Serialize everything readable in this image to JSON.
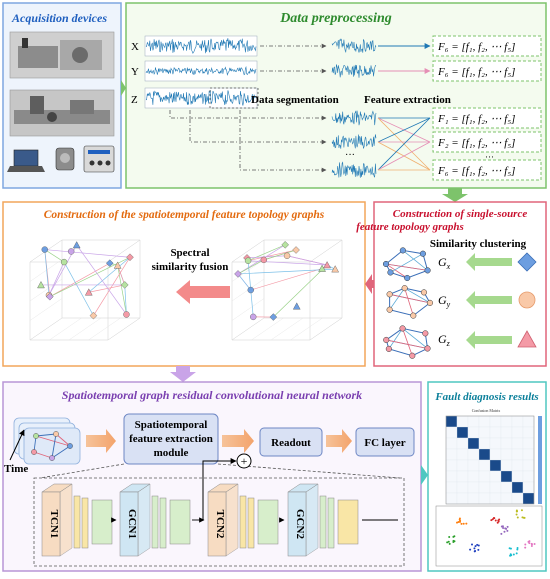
{
  "panels": {
    "acquisition": {
      "title": "Acquisition devices"
    },
    "preprocessing": {
      "title": "Data preprocessing",
      "axes": [
        "X",
        "Y",
        "Z"
      ],
      "segmentation_label": "Data segmentation",
      "extraction_label": "Feature extraction",
      "formula_top": "F₆ = [f₁, f₂, ⋯ f₅]",
      "formula_1": "F₁ = [f₁, f₂, ⋯ f₅]",
      "formula_2": "F₂ = [f₁, f₂, ⋯ f₅]",
      "formula_6": "F₆ = [f₁, f₂, ⋯ f₅]",
      "dots": "···"
    },
    "spatiotemporal": {
      "title": "Construction of the spatiotemporal feature topology graphs",
      "fusion_label_1": "Spectral",
      "fusion_label_2": "similarity fusion"
    },
    "single_source": {
      "title_1": "Construction of single-source",
      "title_2": "feature topology graphs",
      "clustering_label": "Similarity clustering",
      "graphs": [
        "G",
        "G",
        "G"
      ],
      "subs": [
        "x",
        "y",
        "z"
      ]
    },
    "network": {
      "title": "Spatiotemporal graph residual convolutional neural network",
      "time_label": "Time",
      "module_1": "Spatiotemporal",
      "module_2": "feature extraction",
      "module_3": "module",
      "readout": "Readout",
      "fc_layer": "FC layer",
      "blocks": [
        "TCN1",
        "GCN1",
        "TCN2",
        "GCN2"
      ],
      "plus": "+"
    },
    "results": {
      "title": "Fault diagnosis results",
      "matrix_title": "Confusion Matrix"
    }
  },
  "colors": {
    "acq_border": "#7ea6e0",
    "pre_border": "#7dc36b",
    "st_border": "#f2a65a",
    "ss_border": "#e0657a",
    "net_border": "#b896d6",
    "res_border": "#4fc7c1",
    "title_green": "#2e8b2e",
    "title_orange": "#e36b10",
    "title_red": "#c8102e",
    "title_purple": "#7a3fb0",
    "signal": "#1f78b4"
  }
}
